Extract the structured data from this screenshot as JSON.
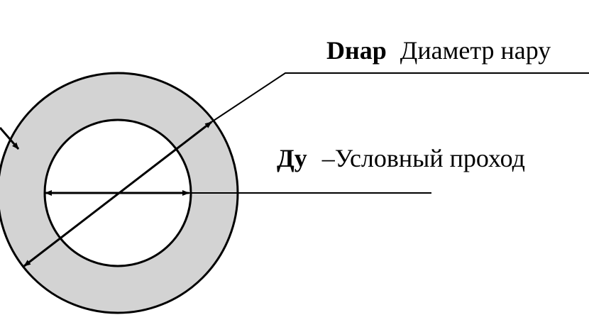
{
  "labels": {
    "outer_diameter": {
      "term": "Dнар",
      "description": "Диаметр нару"
    },
    "nominal_bore": {
      "term": "Ду",
      "description": "–Условный проход"
    }
  },
  "colors": {
    "ring_fill": "#d3d3d3",
    "stroke": "#000000",
    "background": "#ffffff"
  }
}
